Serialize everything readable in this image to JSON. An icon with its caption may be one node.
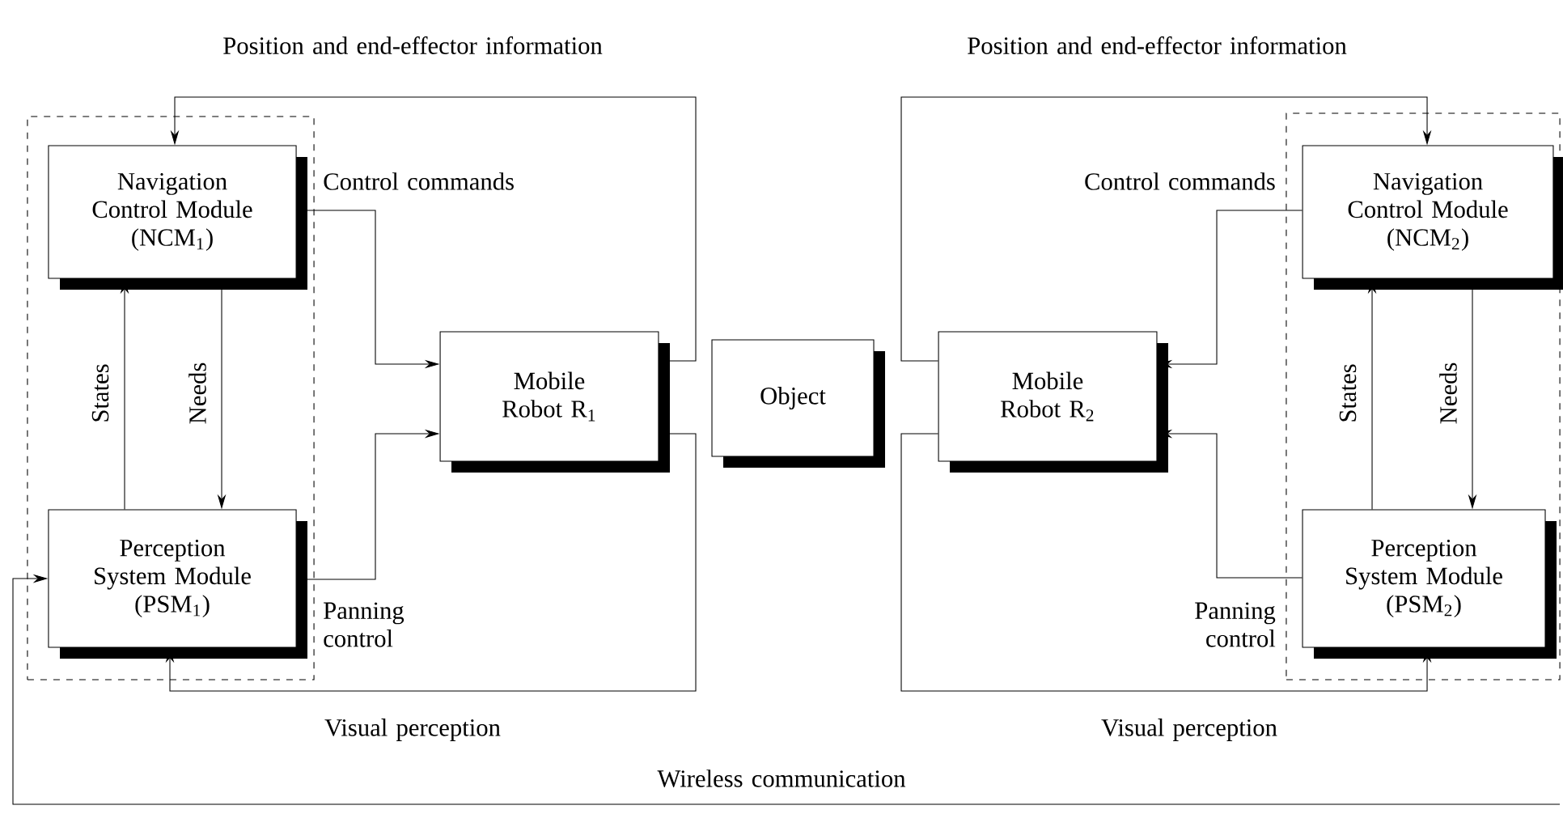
{
  "diagram": {
    "nodes": [
      {
        "text": [],
        "shape": "box"
      },
      {
        "text": [
          "Navigation Control Module (NCM$_{1}$)"
        ],
        "in": 0
      },
      {
        "text": [
          "Perception System Module (PSM$_{1}$)"
        ],
        "in": 0
      },
      {
        "text": [
          "Mobile Robot R$_{1}$"
        ]
      },
      {
        "text": [
          "Object"
        ]
      },
      {
        "text": [
          "Mobile Robot R$_{2}$"
        ]
      },
      {
        "text": [],
        "shape": "box"
      },
      {
        "text": [
          "Navigation Control Module (NCM$_{2}$)"
        ],
        "in": 6
      },
      {
        "text": [
          "Perception System Module (PSM$_{2}$)"
        ],
        "in": 6
      }
    ],
    "edges": [
      {
        "from": 3,
        "to": 1,
        "arrow": "to",
        "label": "Position and end-effector information"
      },
      {
        "from": 1,
        "to": 3,
        "arrow": "to",
        "label": "Control commands"
      },
      {
        "from": 2,
        "to": 3,
        "arrow": "to",
        "label": "Panning control"
      },
      {
        "from": 3,
        "to": 2,
        "arrow": "to",
        "label": "Visual perception"
      },
      {
        "from": 2,
        "to": 1,
        "arrow": "to",
        "label": "States"
      },
      {
        "from": 1,
        "to": 2,
        "arrow": "to",
        "label": "Needs"
      },
      {
        "from": 5,
        "to": 7,
        "arrow": "to",
        "label": "Position and end-effector information"
      },
      {
        "from": 7,
        "to": 5,
        "arrow": "to",
        "label": "Control commands"
      },
      {
        "from": 8,
        "to": 5,
        "arrow": "to",
        "label": "Panning control"
      },
      {
        "from": 5,
        "to": 8,
        "arrow": "to",
        "label": "Visual perception"
      },
      {
        "from": 8,
        "to": 7,
        "arrow": "to",
        "label": "States"
      },
      {
        "from": 7,
        "to": 8,
        "arrow": "to",
        "label": "Needs"
      },
      {
        "from": null,
        "to": 2,
        "arrow": "to",
        "label": "Wireless communication"
      }
    ]
  }
}
